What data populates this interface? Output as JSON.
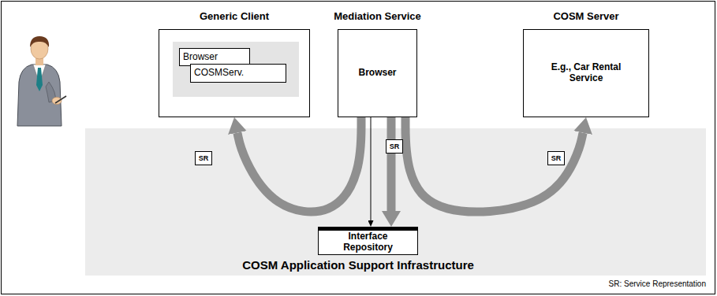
{
  "diagram": {
    "nodes": [
      {
        "text": [
          "Generic Client"
        ]
      },
      {
        "text": [
          "Browser"
        ],
        "in": 0
      },
      {
        "text": [
          "COSMServ."
        ],
        "in": 0
      },
      {
        "text": [
          "Mediation Service",
          "Browser"
        ]
      },
      {
        "text": [
          "COSM Server",
          "E.g., Car Rental Service"
        ]
      },
      {
        "text": [
          "COSM Application Support Infrastructure"
        ]
      },
      {
        "text": [
          "SR"
        ],
        "in": 5
      },
      {
        "text": [
          "SR"
        ],
        "in": 5
      },
      {
        "text": [
          "SR"
        ],
        "in": 5
      },
      {
        "text": [
          "Interface Repository"
        ],
        "in": 5
      }
    ],
    "edges": [
      {
        "from": 3,
        "to": 0,
        "arrow": "to"
      },
      {
        "from": 3,
        "to": 4,
        "arrow": "to"
      },
      {
        "from": 3,
        "to": 9,
        "arrow": "to"
      },
      {
        "from": 3,
        "to": 9,
        "arrow": "to"
      }
    ],
    "labels": [
      "SR: Service Representation"
    ]
  }
}
